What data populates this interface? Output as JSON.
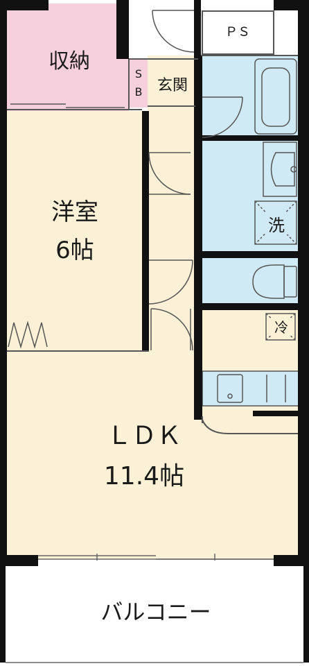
{
  "rooms": {
    "storage": "収納",
    "shoe_box": [
      "S",
      "B"
    ],
    "entrance": "玄関",
    "pipe_space": "ＰＳ",
    "western_room": {
      "name": "洋室",
      "size": "6帖"
    },
    "ldk": {
      "name": "ＬＤＫ",
      "size": "11.4帖"
    },
    "washer": "洗",
    "fridge": "冷",
    "balcony": "バルコニー"
  },
  "colors": {
    "wall": "#111111",
    "floor": "#fbf1d6",
    "storage": "#f6d0dd",
    "wet_area": "#cfe9f5",
    "fixture_stroke": "#555555"
  }
}
